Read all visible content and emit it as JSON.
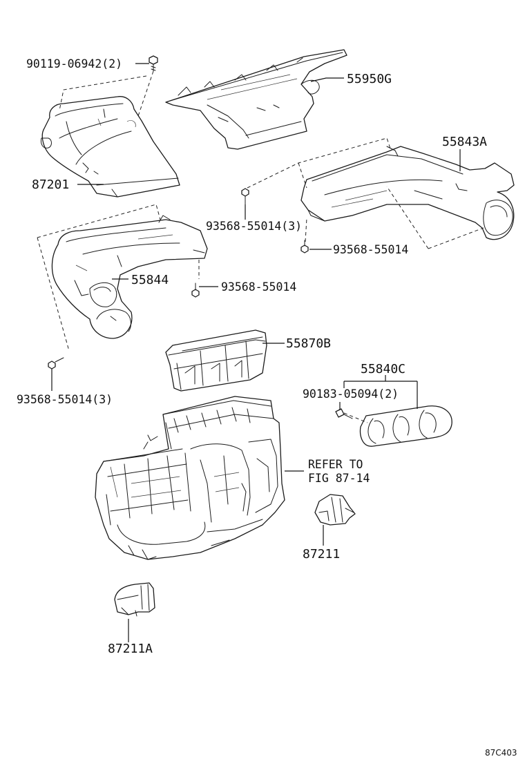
{
  "labels": {
    "p_90119": "90119-06942(2)",
    "p_55950g": "55950G",
    "p_55843a": "55843A",
    "p_87201": "87201",
    "p_93568_a": "93568-55014(3)",
    "p_93568_b": "93568-55014",
    "p_55844": "55844",
    "p_93568_c": "93568-55014",
    "p_55870b": "55870B",
    "p_93568_d": "93568-55014(3)",
    "p_55840c": "55840C",
    "p_90183": "90183-05094(2)",
    "refer_line1": "REFER TO",
    "refer_line2": "FIG 87-14",
    "p_87211": "87211",
    "p_87211a": "87211A"
  },
  "figure_ref": "87C403"
}
